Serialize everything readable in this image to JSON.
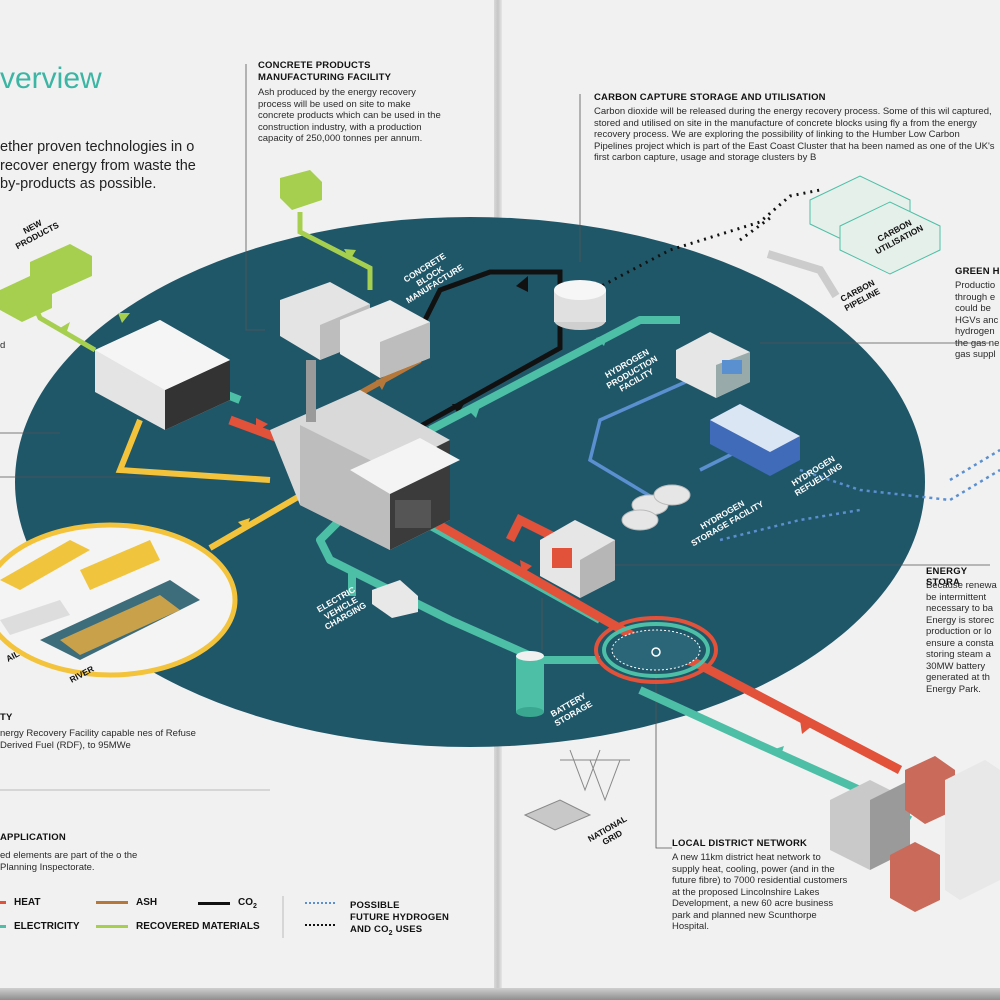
{
  "title": "verview",
  "intro": "ether proven technologies in o recover energy from waste the by-products as possible.",
  "concrete": {
    "heading_l1": "CONCRETE PRODUCTS",
    "heading_l2": "MANUFACTURING FACILITY",
    "body": "Ash produced by the energy recovery process will be used on site to make concrete products which can be used in the construction industry, with a production capacity of 250,000 tonnes per annum."
  },
  "ccsu": {
    "heading": "CARBON CAPTURE STORAGE AND UTILISATION",
    "body": "Carbon dioxide will be released during the energy recovery process. Some of this wil captured, stored and utilised on site in the manufacture of concrete blocks using fly a from the energy recovery process. We are exploring the possibility of linking to the Humber Low Carbon Pipelines project which is part of the East Coast Cluster that ha been named as one of the UK's first carbon capture, usage and storage clusters by B"
  },
  "green_h": {
    "heading": "GREEN H",
    "body": "Productio through e could be HGVs anc hydrogen the gas ne gas suppl"
  },
  "energy_storage": {
    "heading": "ENERGY STORA",
    "body": "Because renewa be intermittent necessary to ba Energy is storec production or lo ensure a consta storing steam a 30MW battery generated at th Energy Park."
  },
  "district": {
    "heading": "LOCAL DISTRICT NETWORK",
    "body": "A new 11km district heat network to supply heat, cooling, power (and in the future fibre) to 7000 residential customers at the proposed Lincolnshire Lakes Development, a new 60 acre business park and planned new Scunthorpe Hospital."
  },
  "erf_partial": {
    "heading": "TY",
    "body": "nergy Recovery Facility capable nes of Refuse Derived Fuel (RDF), to 95MWe"
  },
  "application": {
    "heading": "APPLICATION",
    "body": "ed elements are part of the o the Planning Inspectorate."
  },
  "side_fragment": "d",
  "labels": {
    "new_products": "NEW\nPRODUCTS",
    "concrete_block": "CONCRETE\nBLOCK\nMANUFACTURE",
    "carbon_utilisation": "CARBON\nUTILISATION",
    "carbon_pipeline": "CARBON\nPIPELINE",
    "hydrogen_production": "HYDROGEN\nPRODUCTION\nFACILITY",
    "hydrogen_refuelling": "HYDROGEN\nREFUELLING",
    "hydrogen_storage": "HYDROGEN\nSTORAGE FACILITY",
    "ev_charging": "ELECTRIC\nVEHICLE\nCHARGING",
    "battery_storage": "BATTERY\nSTORAGE",
    "national_grid": "NATIONAL\nGRID",
    "rail": "AIL",
    "river": "RIVER"
  },
  "legend": {
    "heat": "HEAT",
    "ash": "ASH",
    "co2": "CO",
    "co2_sub": "2",
    "electricity": "ELECTRICITY",
    "recovered": "RECOVERED MATERIALS",
    "possible_l1": "POSSIBLE",
    "possible_l2": "FUTURE HYDROGEN",
    "possible_l3": "AND CO",
    "possible_sub": "2",
    "possible_l3b": " USES"
  },
  "colors": {
    "heat": "#e2513a",
    "ash": "#b5773a",
    "co2": "#111111",
    "electricity": "#4dbfa6",
    "recovered": "#a6cf4f",
    "future": "#5a8fd0",
    "ground": "#1f5769",
    "title": "#3bb5a4"
  }
}
